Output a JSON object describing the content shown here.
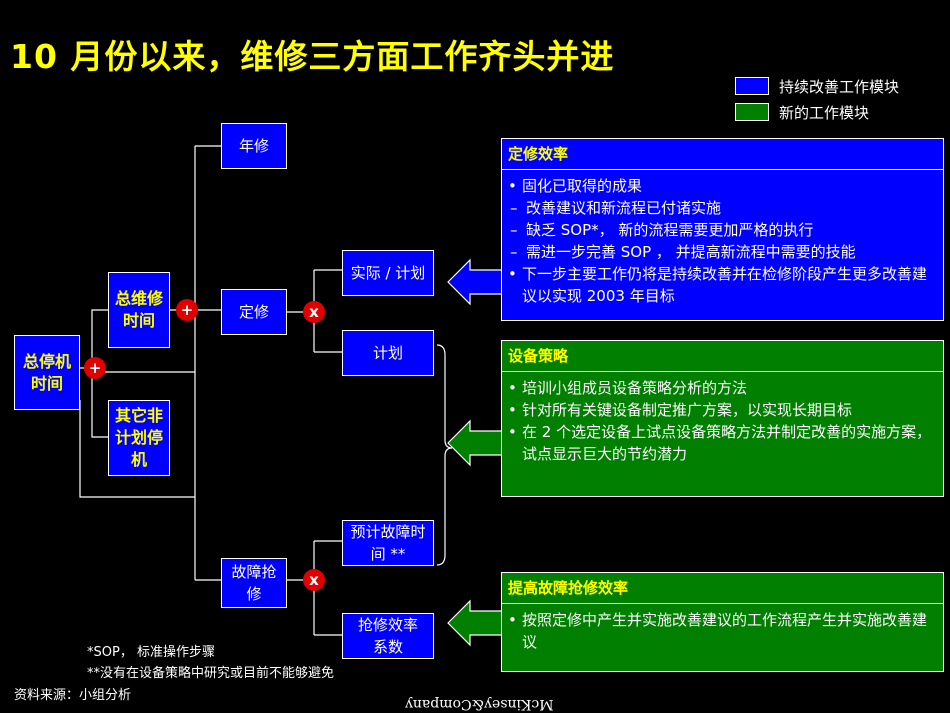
{
  "title": "10 月份以来，维修三方面工作齐头并进",
  "legend": [
    {
      "label": "持续改善工作模块",
      "color": "#0000ff"
    },
    {
      "label": "新的工作模块",
      "color": "#007f00"
    }
  ],
  "tree": {
    "root": "总停机时间",
    "maintenance_time": "总维修时间",
    "other_unplanned": "其它非计划停机",
    "annual": "年修",
    "scheduled": "定修",
    "breakdown": "故障抢修",
    "actual_plan": "实际 / 计划",
    "plan": "计划",
    "expected_breakdown": "预计故障时间 **",
    "repair_efficiency": "抢修效率系数",
    "op_plus": "+",
    "op_times": "x"
  },
  "panels": {
    "scheduled_efficiency": {
      "title": "定修效率",
      "color": "#0000ff",
      "b1": "固化已取得的成果",
      "d1": "改善建议和新流程已付诸实施",
      "d2": "缺乏 SOP*， 新的流程需要更加严格的执行",
      "d3": "需进一步完善 SOP ， 并提高新流程中需要的技能",
      "b2": "下一步主要工作仍将是持续改善并在检修阶段产生更多改善建议以实现 2003 年目标"
    },
    "equipment_strategy": {
      "title": "设备策略",
      "color": "#007f00",
      "b1": "培训小组成员设备策略分析的方法",
      "b2": "针对所有关键设备制定推广方案，以实现长期目标",
      "b3": "在 2 个选定设备上试点设备策略方法并制定改善的实施方案，试点显示巨大的节约潜力"
    },
    "repair_efficiency": {
      "title": "提高故障抢修效率",
      "color": "#007f00",
      "b1": "按照定修中产生并实施改善建议的工作流程产生并实施改善建议"
    }
  },
  "footnotes": {
    "sop": "*SOP， 标准操作步骤",
    "note2": "**没有在设备策略中研究或目前不能够避免",
    "source": "资料来源：小组分析"
  },
  "brand": "McKinsey&Company"
}
